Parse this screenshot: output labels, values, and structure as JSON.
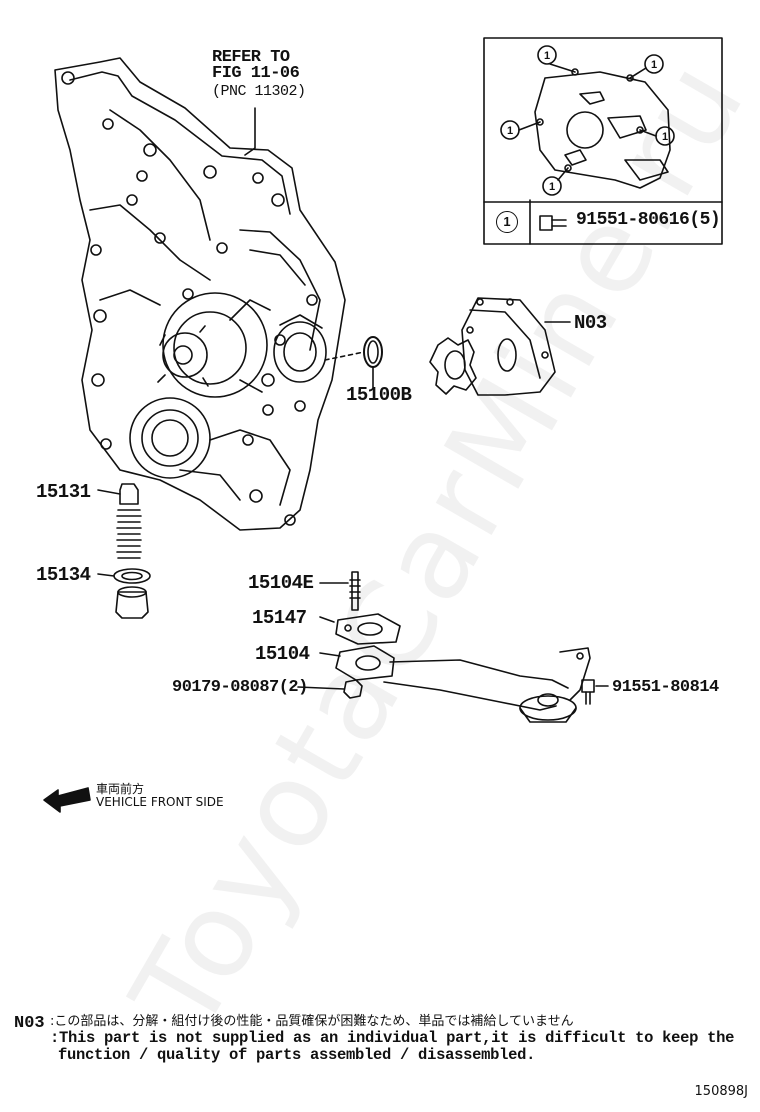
{
  "refer": {
    "line1": "REFER TO",
    "line2": "FIG 11-06",
    "line3": "(PNC 11302)"
  },
  "inset": {
    "callout_number": "1",
    "key_part": "91551-80616(5)"
  },
  "parts": {
    "n03": "N03",
    "p15100b": "15100B",
    "p15131": "15131",
    "p15134": "15134",
    "p15104e": "15104E",
    "p15147": "15147",
    "p15104": "15104",
    "p90179": "90179-08087(2)",
    "p91551_80814": "91551-80814"
  },
  "front": {
    "jp": "車両前方",
    "en": "VEHICLE FRONT SIDE"
  },
  "note": {
    "code": "N03",
    "jp": ":この部品は、分解・組付け後の性能・品質確保が困難なため、単品では補給していません",
    "en_line1": ":This part is not supplied as an individual part,it is difficult to keep the",
    "en_line2": "function / quality of parts assembled / disassembled."
  },
  "figure_id": "150898J",
  "watermark": "ToyotaCarMine.ru"
}
